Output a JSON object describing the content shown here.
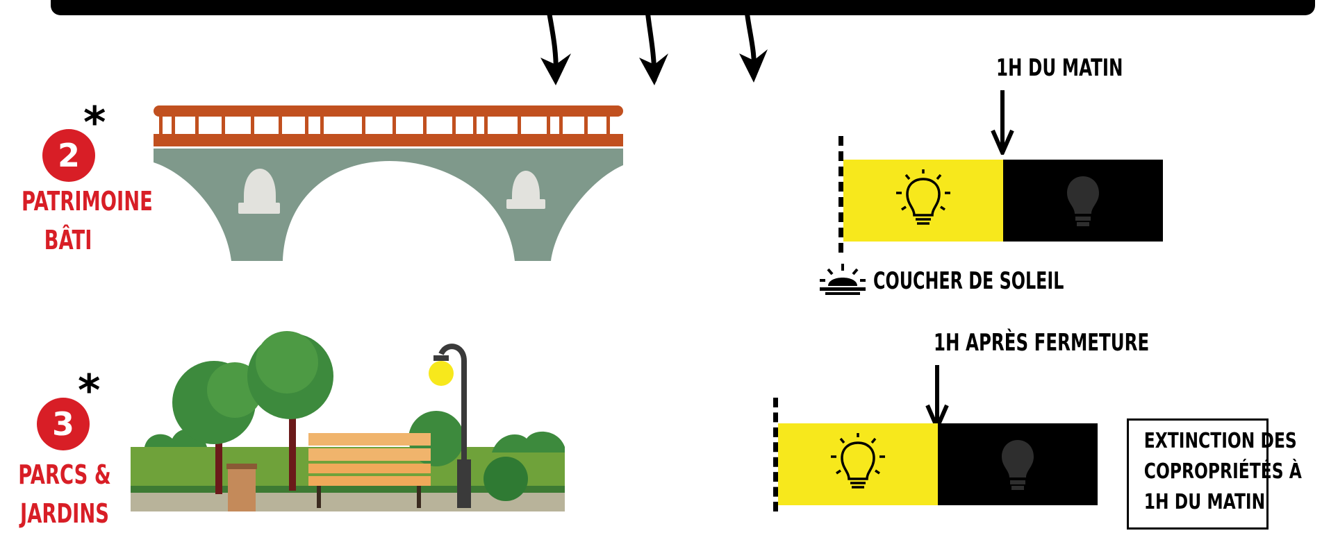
{
  "colors": {
    "accent_red": "#d81e26",
    "light_on": "#f7e81c",
    "light_off": "#000000",
    "bridge_stone": "#7f998b",
    "bridge_rail": "#c1501f"
  },
  "sections": [
    {
      "number": "2",
      "asterisk": "*",
      "title_lines": [
        "PATRIMOINE",
        "BÂTI"
      ],
      "illustration": "bridge-illustration"
    },
    {
      "number": "3",
      "asterisk": "*",
      "title_lines": [
        "PARCS &",
        "JARDINS"
      ],
      "illustration": "park-illustration"
    }
  ],
  "timelines": [
    {
      "marker_label": "1H DU MATIN",
      "start_label": "COUCHER DE SOLEIL",
      "start_icon": "sunset-icon",
      "on_icon": "lightbulb-on-icon",
      "off_icon": "lightbulb-off-icon"
    },
    {
      "marker_label": "1H APRÈS FERMETURE",
      "on_icon": "lightbulb-on-icon",
      "off_icon": "lightbulb-off-icon"
    }
  ],
  "note_box": {
    "lines": [
      "EXTINCTION DES",
      "COPROPRIÉTÉS À",
      "1H DU MATIN"
    ]
  }
}
